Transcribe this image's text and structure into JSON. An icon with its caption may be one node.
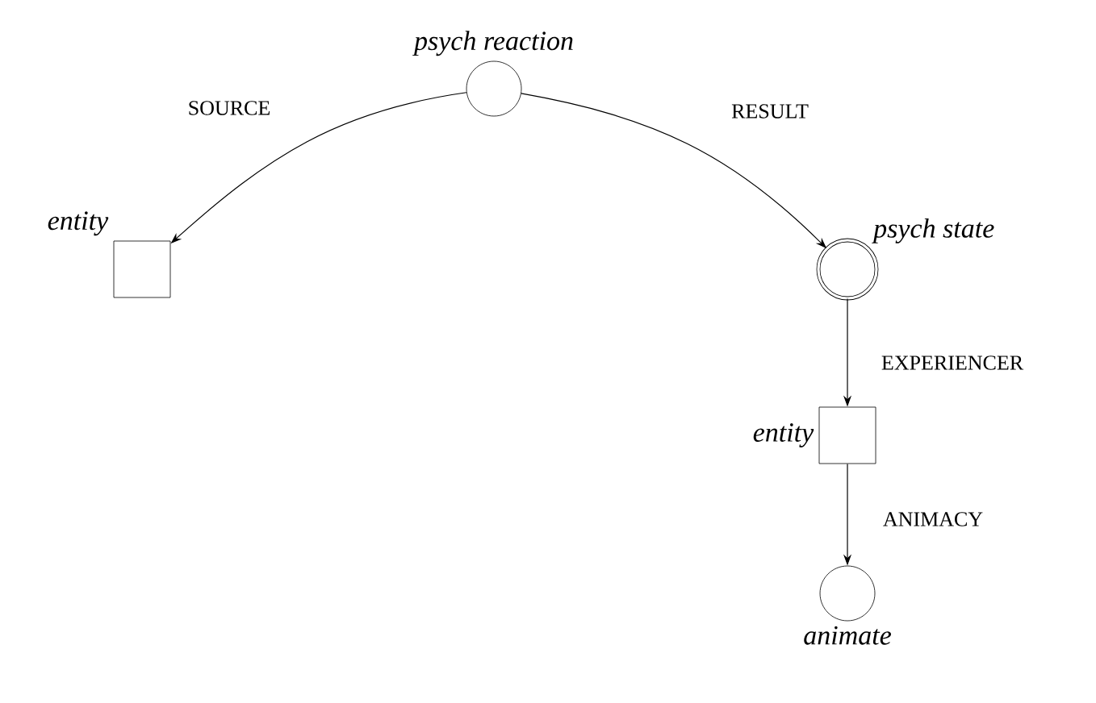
{
  "diagram": {
    "nodes": [
      {
        "text": [
          "psych reaction"
        ]
      },
      {
        "text": [
          "entity"
        ]
      },
      {
        "text": [
          "psych state"
        ]
      },
      {
        "text": [
          "entity"
        ]
      },
      {
        "text": [
          "animate"
        ]
      }
    ],
    "edges": [
      {
        "from": 0,
        "to": 1,
        "arrow": "to",
        "label": "SOURCE"
      },
      {
        "from": 0,
        "to": 2,
        "arrow": "to",
        "label": "RESULT"
      },
      {
        "from": 2,
        "to": 3,
        "arrow": "to",
        "label": "EXPERIENCER"
      },
      {
        "from": 3,
        "to": 4,
        "arrow": "to",
        "label": "ANIMACY"
      }
    ]
  }
}
